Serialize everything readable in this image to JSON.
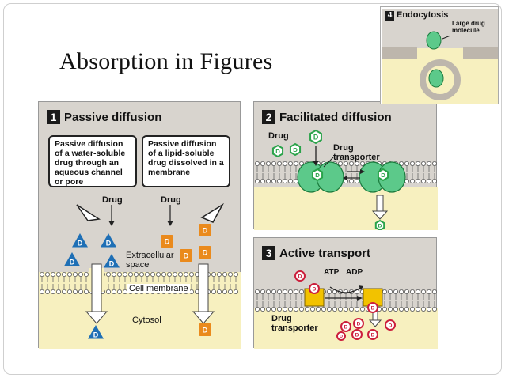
{
  "slide": {
    "title": "Absorption in Figures"
  },
  "drug_marker": "D",
  "panels": {
    "passive": {
      "number": "1",
      "title": "Passive diffusion",
      "box_left": "Passive diffusion of a water-soluble drug through an aqueous channel or pore",
      "box_right": "Passive diffusion of a lipid-soluble drug dissolved in a membrane",
      "drug_label_left": "Drug",
      "drug_label_right": "Drug",
      "extracellular": "Extracellular space",
      "membrane": "Cell membrane",
      "cytosol": "Cytosol"
    },
    "facilitated": {
      "number": "2",
      "title": "Facilitated diffusion",
      "drug_label": "Drug",
      "transporter_label": "Drug transporter"
    },
    "active": {
      "number": "3",
      "title": "Active transport",
      "atp": "ATP",
      "adp": "ADP",
      "transporter_label": "Drug transporter"
    },
    "endocytosis": {
      "number": "4",
      "title": "Endocytosis",
      "molecule_label": "Large drug molecule"
    }
  },
  "colors": {
    "panel_bg": "#d8d4ce",
    "cytosol": "#f7f0bf",
    "blue_drug": "#1e6fb5",
    "orange_drug": "#ea8a1c",
    "green_drug": "#2aa34a",
    "red_drug": "#cc1f3c",
    "transporter_yellow": "#f2c200"
  }
}
